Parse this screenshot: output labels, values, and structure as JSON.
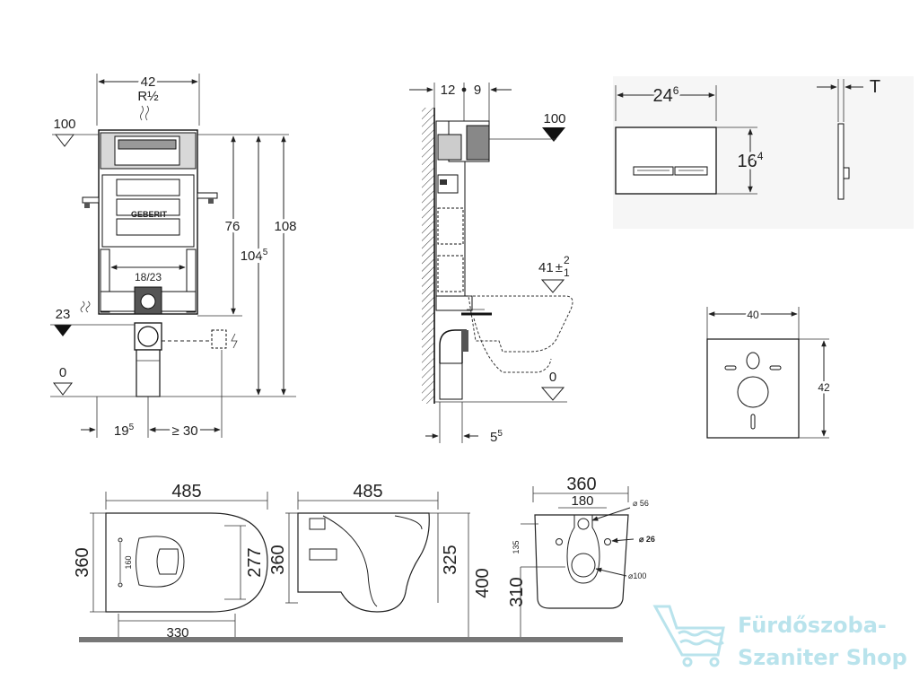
{
  "frame": {
    "dims": {
      "w42": "42",
      "r12": "R½",
      "h76": "76",
      "h104": "104",
      "h104sup": "5",
      "h108": "108",
      "w1823": "18/23",
      "l100": "100",
      "l23": "23",
      "l0": "0",
      "w19": "19",
      "w19sup": "5",
      "w30": "≥ 30"
    }
  },
  "side": {
    "dims": {
      "d12": "12",
      "d9": "9",
      "l100": "100",
      "l41": "41",
      "tol": "±",
      "tolup": "2",
      "toldn": "1",
      "l0": "0",
      "d5": "5",
      "d5sup": "5"
    }
  },
  "plate": {
    "dims": {
      "w24": "24",
      "w24sup": "6",
      "h16": "16",
      "h16sup": "4",
      "t": "T"
    }
  },
  "panel": {
    "dims": {
      "w40": "40",
      "h42": "42"
    }
  },
  "toilet": {
    "top": {
      "w485": "485",
      "h360": "360",
      "d160": "160",
      "d277": "277",
      "w330": "330"
    },
    "side": {
      "w485": "485",
      "h360": "360",
      "h325": "325",
      "h400": "400"
    },
    "rear": {
      "w360": "360",
      "w180": "180",
      "d56": "⌀ 56",
      "h135": "135",
      "d26": "⌀ 26",
      "d100": "⌀100",
      "h310": "310"
    }
  },
  "watermark": {
    "line1": "Fürdőszoba-",
    "line2": "Szaniter Shop",
    "brand_color": "#b9e3ec"
  }
}
